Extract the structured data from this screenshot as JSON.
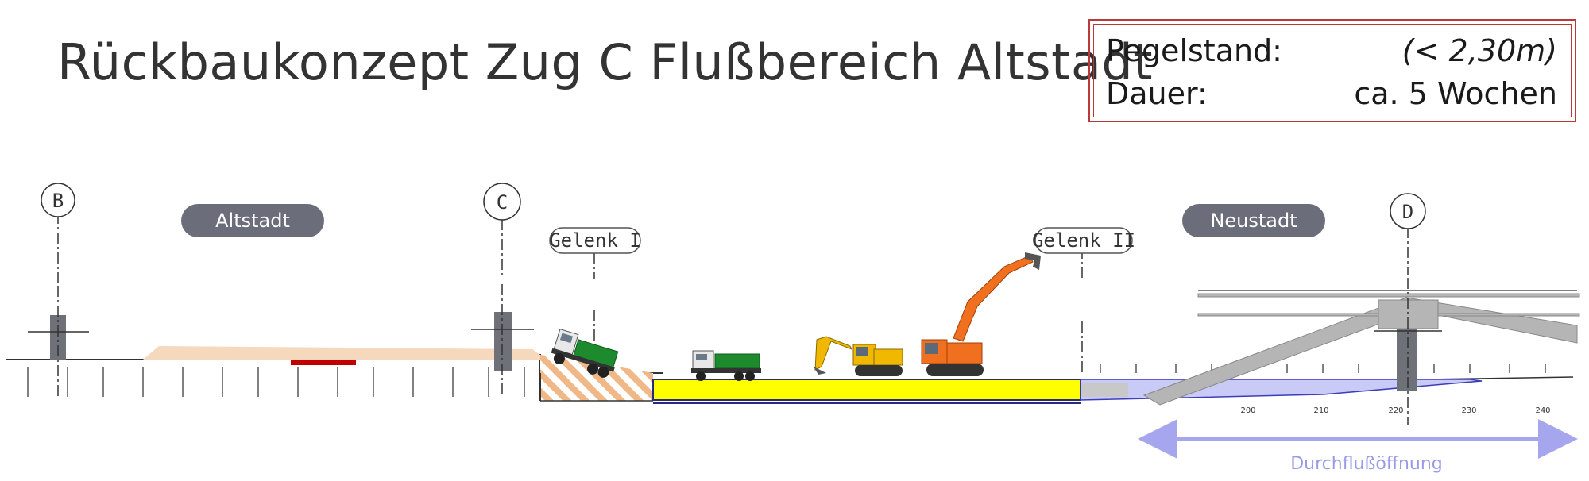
{
  "title": "Rückbaukonzept Zug C Flußbereich Altstadt",
  "info": {
    "pegel_label": "Pegelstand:",
    "pegel_value": "(< 2,30m)",
    "dauer_label": "Dauer:",
    "dauer_value": "ca. 5 Wochen"
  },
  "axes": {
    "b": "B",
    "c": "C",
    "d": "D"
  },
  "areas": {
    "altstadt": "Altstadt",
    "neustadt": "Neustadt"
  },
  "joints": {
    "gelenk1": "Gelenk I",
    "gelenk2": "Gelenk II"
  },
  "stations": [
    "200",
    "210",
    "220",
    "230",
    "240"
  ],
  "flow_label": "Durchflußöffnung",
  "colors": {
    "title": "#333333",
    "frame": "#b83a3a",
    "capsule": "#6b6e7a",
    "deck": "#ffff00",
    "water": "#c9caf5",
    "flow_arrow": "#a6a6ee",
    "sand": "#f6d8bc",
    "hatch": "#f0b887",
    "pier": "#6f7178",
    "bridge": "#b5b5b5"
  },
  "icons": [
    "dump-truck-icon",
    "excavator-icon",
    "demolition-excavator-icon"
  ]
}
